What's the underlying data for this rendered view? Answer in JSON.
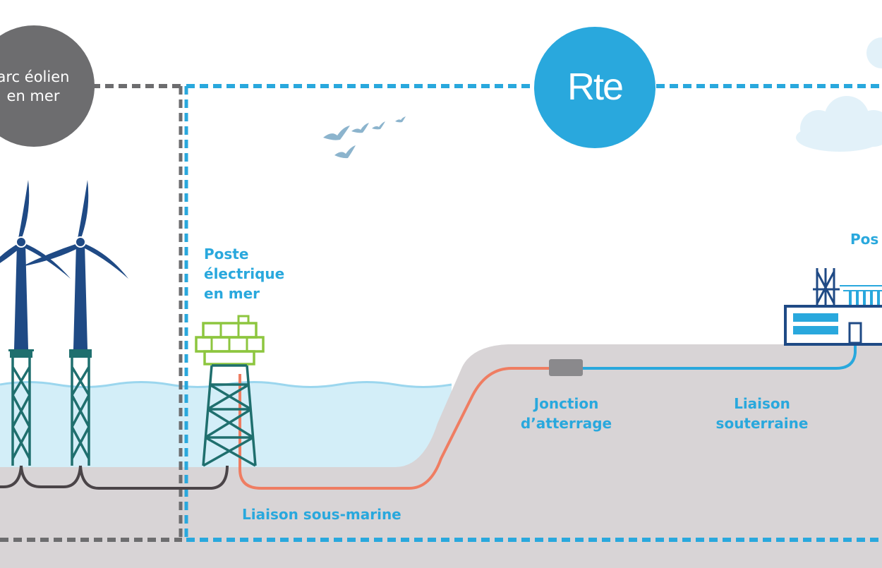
{
  "header": {
    "zone_left_label": "arc éolien\nen mer",
    "operator_logo_text": "Rte"
  },
  "labels": {
    "offshore_substation": "Poste\nélectrique\nen mer",
    "landing_junction": "Jonction\nd’atterrage",
    "underground_link": "Liaison\nsouterraine",
    "subsea_link": "Liaison sous-marine",
    "onshore_substation_partial": "Pos"
  },
  "colors": {
    "rte_blue": "#29a8dd",
    "zone_grey": "#6d6d6f",
    "turbine_navy": "#1f4a85",
    "platform_green": "#8dc63f",
    "tower_teal": "#1f6f6e",
    "subsea_cable": "#ef7d62",
    "land_cable": "#29a8dd",
    "sea": "#d3eef8",
    "ground": "#d8d4d6"
  },
  "icons": [
    "wind-turbine-icon",
    "offshore-platform-icon",
    "birds-icon",
    "cloud-icon",
    "substation-icon",
    "junction-box-icon"
  ]
}
